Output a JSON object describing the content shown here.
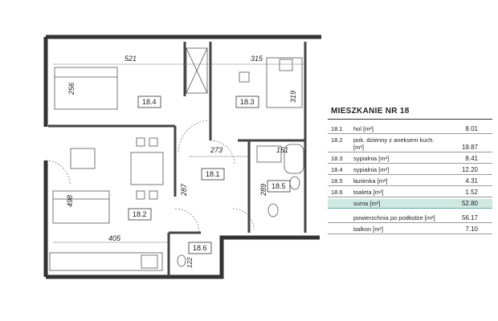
{
  "plan": {
    "rooms": [
      {
        "id": "18.4",
        "label": "18.4"
      },
      {
        "id": "18.3",
        "label": "18.3"
      },
      {
        "id": "18.2",
        "label": "18.2"
      },
      {
        "id": "18.1",
        "label": "18.1"
      },
      {
        "id": "18.5",
        "label": "18.5"
      },
      {
        "id": "18.6",
        "label": "18.6"
      }
    ],
    "dimensions": {
      "top_left": "521",
      "top_right": "315",
      "left_upper": "256",
      "right_upper": "319",
      "hall_width": "273",
      "bath_width": "151",
      "hall_height": "287",
      "bath_height": "289",
      "left_lower": "498",
      "bottom": "405",
      "toilet_small": "122"
    }
  },
  "legend": {
    "title": "MIESZKANIE NR  18",
    "rows": [
      {
        "code": "18.1",
        "name": "hol [m²]",
        "value": "8.01"
      },
      {
        "code": "18.2",
        "name": "pok. dzienny z aneksem kuch. [m²]",
        "value": "19.87"
      },
      {
        "code": "18.3",
        "name": "sypialnia [m²]",
        "value": "8.41"
      },
      {
        "code": "18.4",
        "name": "sypialnia [m²]",
        "value": "12.20"
      },
      {
        "code": "18.5",
        "name": "łazienka [m²]",
        "value": "4.31"
      },
      {
        "code": "18.6",
        "name": "toaleta [m²]",
        "value": "1.52"
      }
    ],
    "sum": {
      "label": "suma [m²]",
      "value": "52.80"
    },
    "extra": [
      {
        "label": "powierzchnia po podłodze [m²]",
        "value": "56.17"
      },
      {
        "label": "balkon [m²]",
        "value": "7.10"
      }
    ]
  }
}
